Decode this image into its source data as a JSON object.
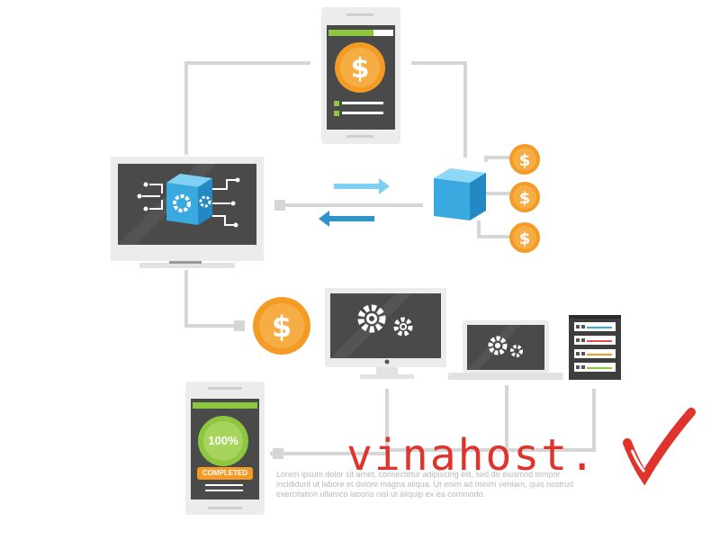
{
  "phone_bottom": {
    "progress_text": "100%",
    "status_label": "COMPLETED"
  },
  "watermark": {
    "brand_text": "vinahost."
  },
  "footer_text": "Lorem ipsum dolor sit amet, consectetur adipiscing elit, sed do eiusmod tempor incididunt ut labore et dolore magna aliqua. Ut enim ad minim veniam, quis nostrud exercitation ullamco laboris nisi ut aliquip ex ea commodo.",
  "coin_symbol": "$",
  "colors": {
    "connector": "#d6d6d6",
    "device_frame": "#ececec",
    "screen": "#4a4a4a",
    "coin": "#f39b24",
    "cube": "#3aa9e0",
    "accent_green": "#8dc63f",
    "brand_red": "#e0332b"
  }
}
